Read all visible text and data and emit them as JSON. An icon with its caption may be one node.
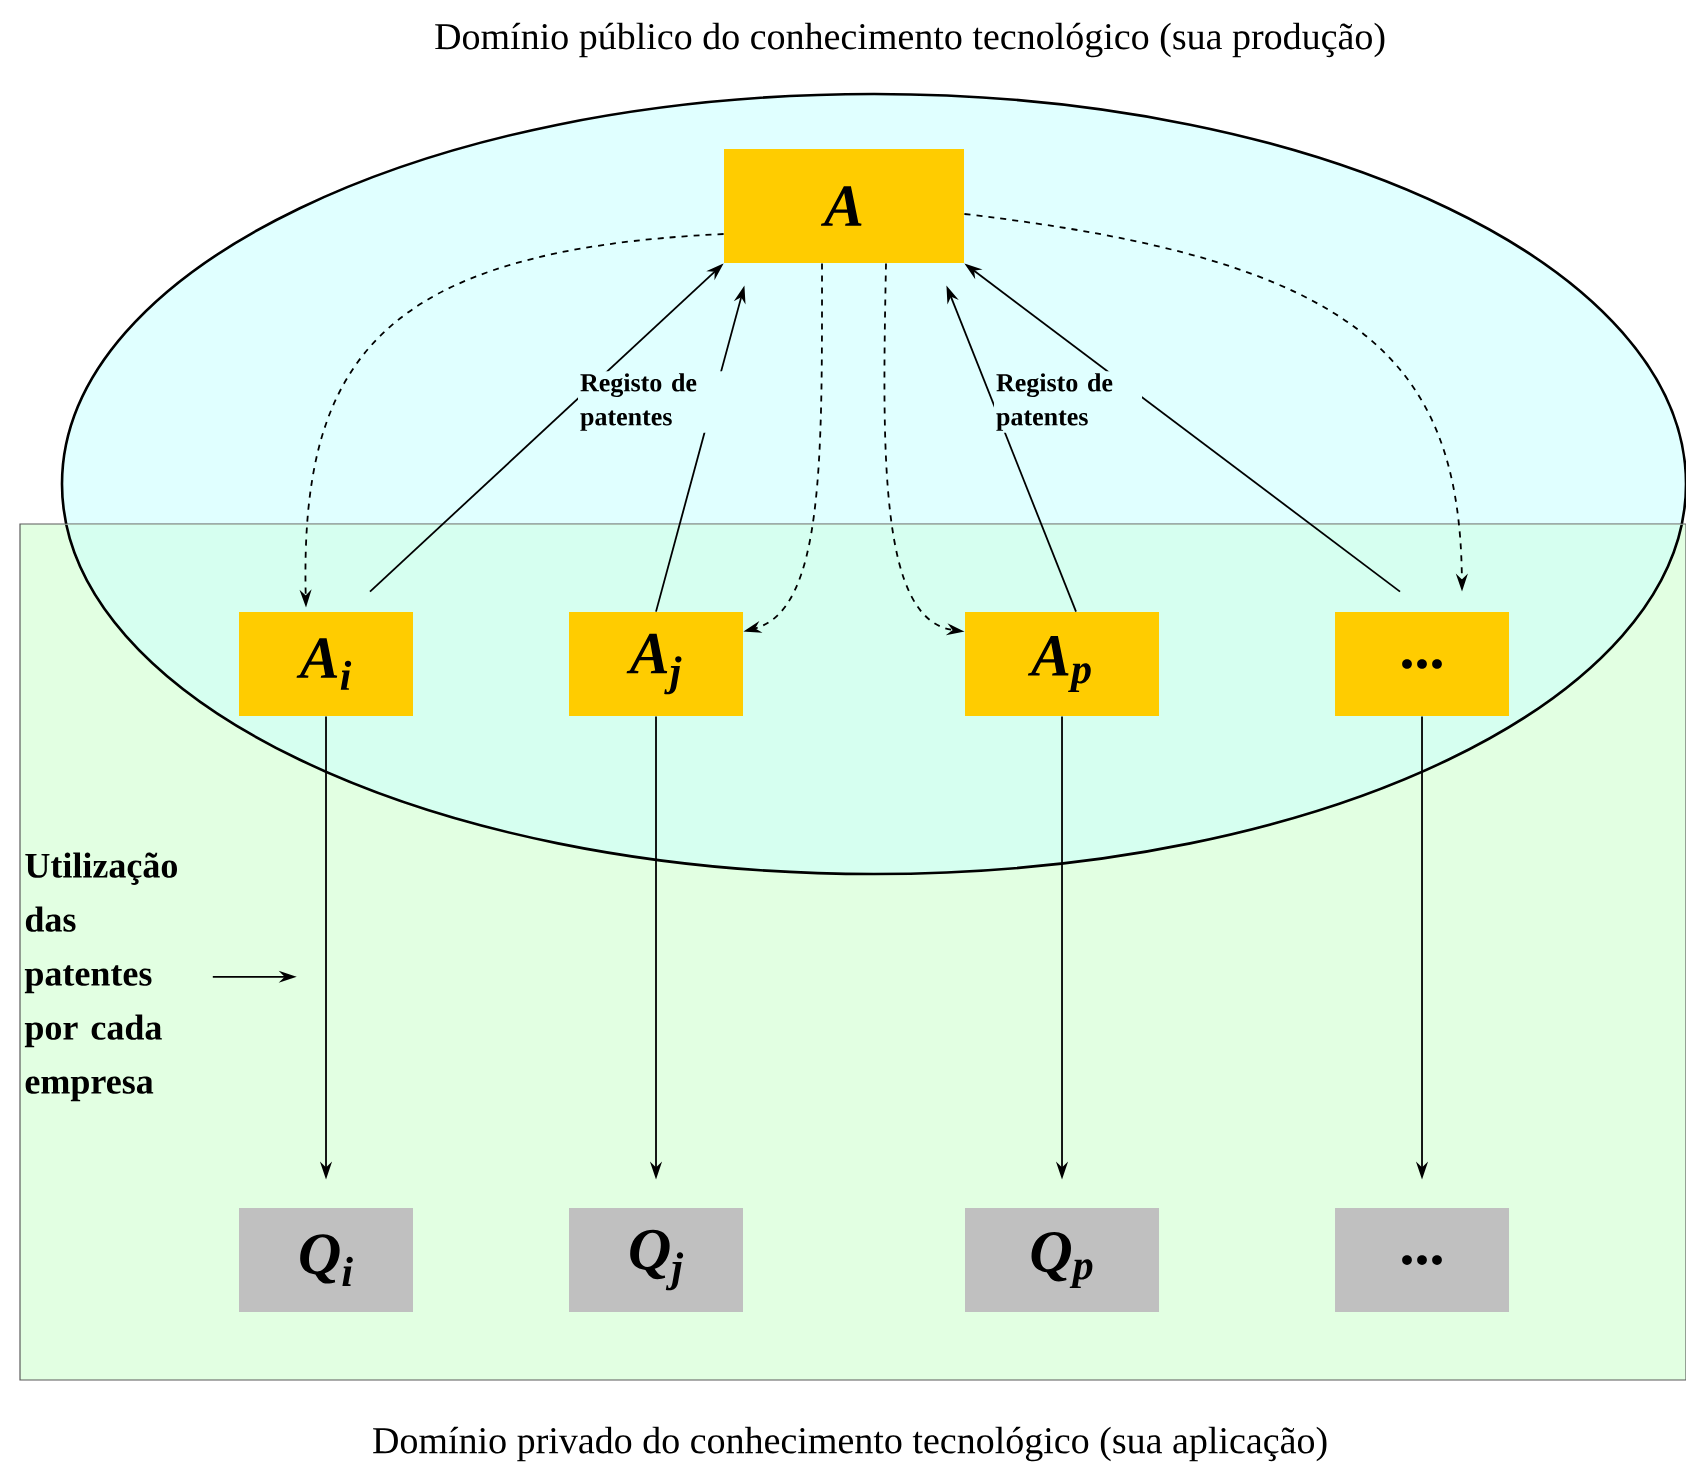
{
  "diagram": {
    "nodes": [
      {
        "text": [
          "Domínio público do conhecimento tecnológico (sua produção)"
        ]
      },
      {
        "text": [
          "Domínio privado do conhecimento tecnológico (sua aplicação)"
        ]
      },
      {
        "text": [
          "A"
        ],
        "in": 0
      },
      {
        "text": [
          "A$_{i}$"
        ]
      },
      {
        "text": [
          "A$_{j}$"
        ]
      },
      {
        "text": [
          "A$_{p}$"
        ]
      },
      {
        "text": [
          "..."
        ]
      },
      {
        "text": [
          "Q$_{i}$"
        ],
        "in": 1
      },
      {
        "text": [
          "Q$_{j}$"
        ],
        "in": 1
      },
      {
        "text": [
          "Q$_{p}$"
        ],
        "in": 1
      },
      {
        "text": [
          "..."
        ],
        "in": 1
      },
      {
        "text": [
          "Utilização das patentes por cada empresa"
        ],
        "in": 1
      }
    ],
    "edges": [
      {
        "from": 2,
        "to": 3,
        "arrow": "to",
        "style": "dashed"
      },
      {
        "from": 2,
        "to": 4,
        "arrow": "to",
        "style": "dashed"
      },
      {
        "from": 2,
        "to": 5,
        "arrow": "to",
        "style": "dashed"
      },
      {
        "from": 2,
        "to": 6,
        "arrow": "to",
        "style": "dashed"
      },
      {
        "from": 3,
        "to": 2,
        "arrow": "to",
        "label": "Registo de patentes"
      },
      {
        "from": 4,
        "to": 2,
        "arrow": "to"
      },
      {
        "from": 5,
        "to": 2,
        "arrow": "to",
        "label": "Registo de patentes"
      },
      {
        "from": 6,
        "to": 2,
        "arrow": "to"
      },
      {
        "from": 3,
        "to": 7,
        "arrow": "to"
      },
      {
        "from": 4,
        "to": 8,
        "arrow": "to"
      },
      {
        "from": 5,
        "to": 9,
        "arrow": "to"
      },
      {
        "from": 6,
        "to": 10,
        "arrow": "to"
      },
      {
        "from": 11,
        "to": null,
        "arrow": "to"
      }
    ]
  }
}
